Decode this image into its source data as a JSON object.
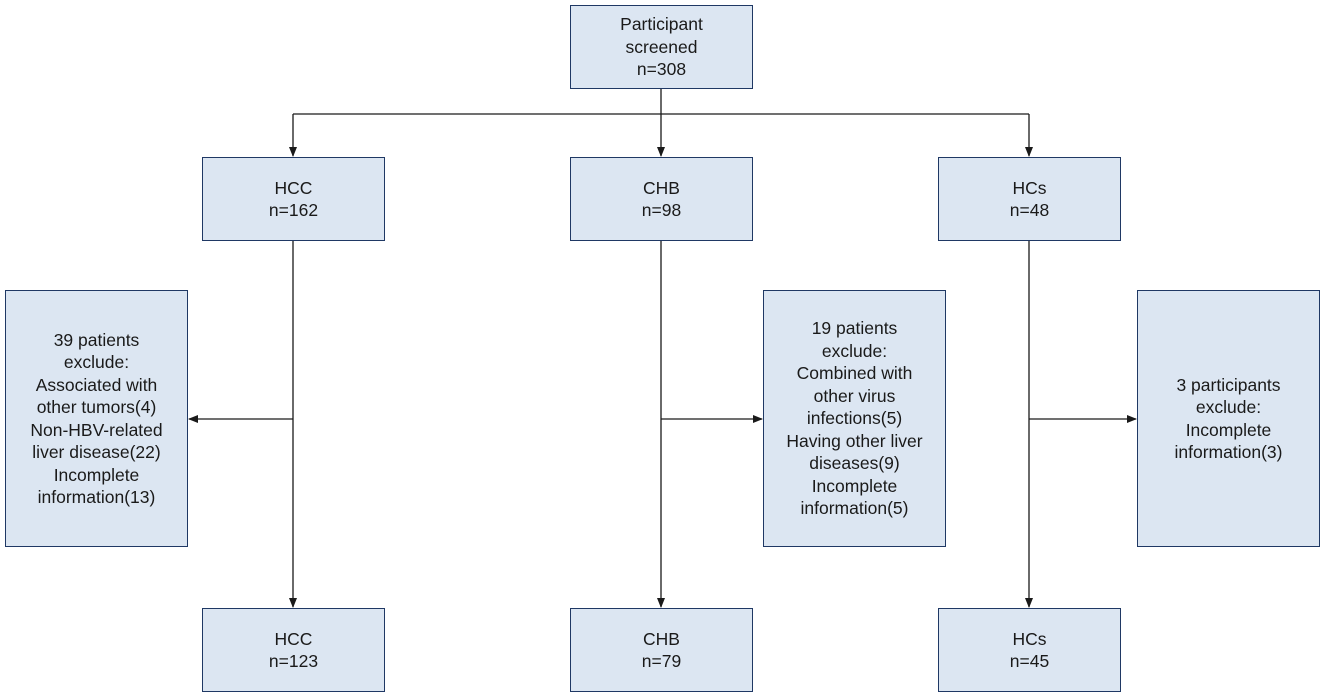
{
  "diagram": {
    "screened": {
      "lines": [
        "Participant",
        "screened",
        "n=308"
      ]
    },
    "groups": [
      {
        "initial": {
          "lines": [
            "HCC",
            "n=162"
          ]
        },
        "exclusion": {
          "lines": [
            "39 patients",
            "exclude:",
            "Associated with",
            "other tumors(4)",
            "Non-HBV-related",
            "liver disease(22)",
            "Incomplete",
            "information(13)"
          ]
        },
        "final": {
          "lines": [
            "HCC",
            "n=123"
          ]
        }
      },
      {
        "initial": {
          "lines": [
            "CHB",
            "n=98"
          ]
        },
        "exclusion": {
          "lines": [
            "19 patients",
            "exclude:",
            "Combined with",
            "other virus",
            "infections(5)",
            "Having other liver",
            "diseases(9)",
            "Incomplete",
            "information(5)"
          ]
        },
        "final": {
          "lines": [
            "CHB",
            "n=79"
          ]
        }
      },
      {
        "initial": {
          "lines": [
            "HCs",
            "n=48"
          ]
        },
        "exclusion": {
          "lines": [
            "3 participants",
            "exclude:",
            "Incomplete",
            "information(3)"
          ]
        },
        "final": {
          "lines": [
            "HCs",
            "n=45"
          ]
        }
      }
    ],
    "colors": {
      "box_fill": "#dce6f2",
      "box_border": "#1f3864",
      "line": "#1a1a1a",
      "text": "#1a1a1a"
    }
  }
}
